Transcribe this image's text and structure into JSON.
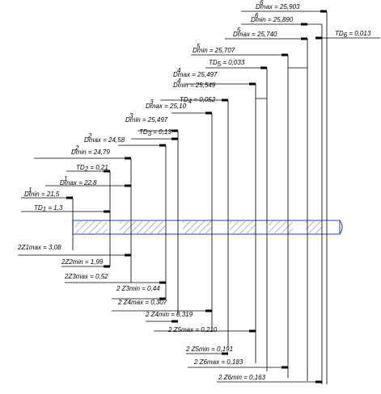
{
  "top_labels": [
    {
      "sup": "6",
      "sym": "Dmax",
      "val": "= 25,903"
    },
    {
      "sup": "6",
      "sym": "Dmin",
      "val": "= 25,890"
    },
    {
      "sup": "5",
      "sym": "Dmax",
      "val": "= 25,740"
    },
    {
      "sup": "5",
      "sym": "Dmin",
      "val": "= 25,707"
    },
    {
      "sym": "TD",
      "sub": "5",
      "val": "= 0,033"
    },
    {
      "sup": "4",
      "sym": "Dmax",
      "val": "= 25,497"
    },
    {
      "sup": "4",
      "sym": "Dmin",
      "val": "= 25,549"
    },
    {
      "sym": "TD",
      "sub": "4",
      "val": "= 0,052"
    },
    {
      "sup": "3",
      "sym": "Dmax",
      "val": "= 25,10"
    },
    {
      "sup": "3",
      "sym": "Dmin",
      "val": "= 25,497"
    },
    {
      "sym": "TD",
      "sub": "3",
      "val": "= 0,13"
    },
    {
      "sup": "2",
      "sym": "Dmax",
      "val": "= 24,58"
    },
    {
      "sup": "2",
      "sym": "Dmin",
      "val": "= 24,79"
    },
    {
      "sym": "TD",
      "sub": "2",
      "val": "= 0,21"
    },
    {
      "sup": "1",
      "sym": "Dmax",
      "val": "= 22,8"
    },
    {
      "sup": "1",
      "sym": "Dmin",
      "val": "= 21,5"
    },
    {
      "sym": "TD",
      "sub": "1",
      "val": "= 1,3"
    }
  ],
  "td6_label": {
    "sym": "TD",
    "sub": "6",
    "val": "= 0,013"
  },
  "bottom_labels": [
    {
      "text": "2Z1max = 3,08"
    },
    {
      "text": "2Z2min = 1,99"
    },
    {
      "text": "2Z3max = 0,52"
    },
    {
      "text": "2 Z3min = 0,44"
    },
    {
      "text": "2 Z4max = 0,307"
    },
    {
      "text": "2 Z4min = 0,319"
    },
    {
      "text": "2 Z5max = 0,210"
    },
    {
      "text": "2 Z5min = 0,191"
    },
    {
      "text": "2 Z6max = 0,183"
    },
    {
      "text": "2 Z6min = 0,163"
    }
  ],
  "colors": {
    "line": "#000000",
    "part_outline": "#1f3fbf",
    "hatch": "#000000"
  }
}
